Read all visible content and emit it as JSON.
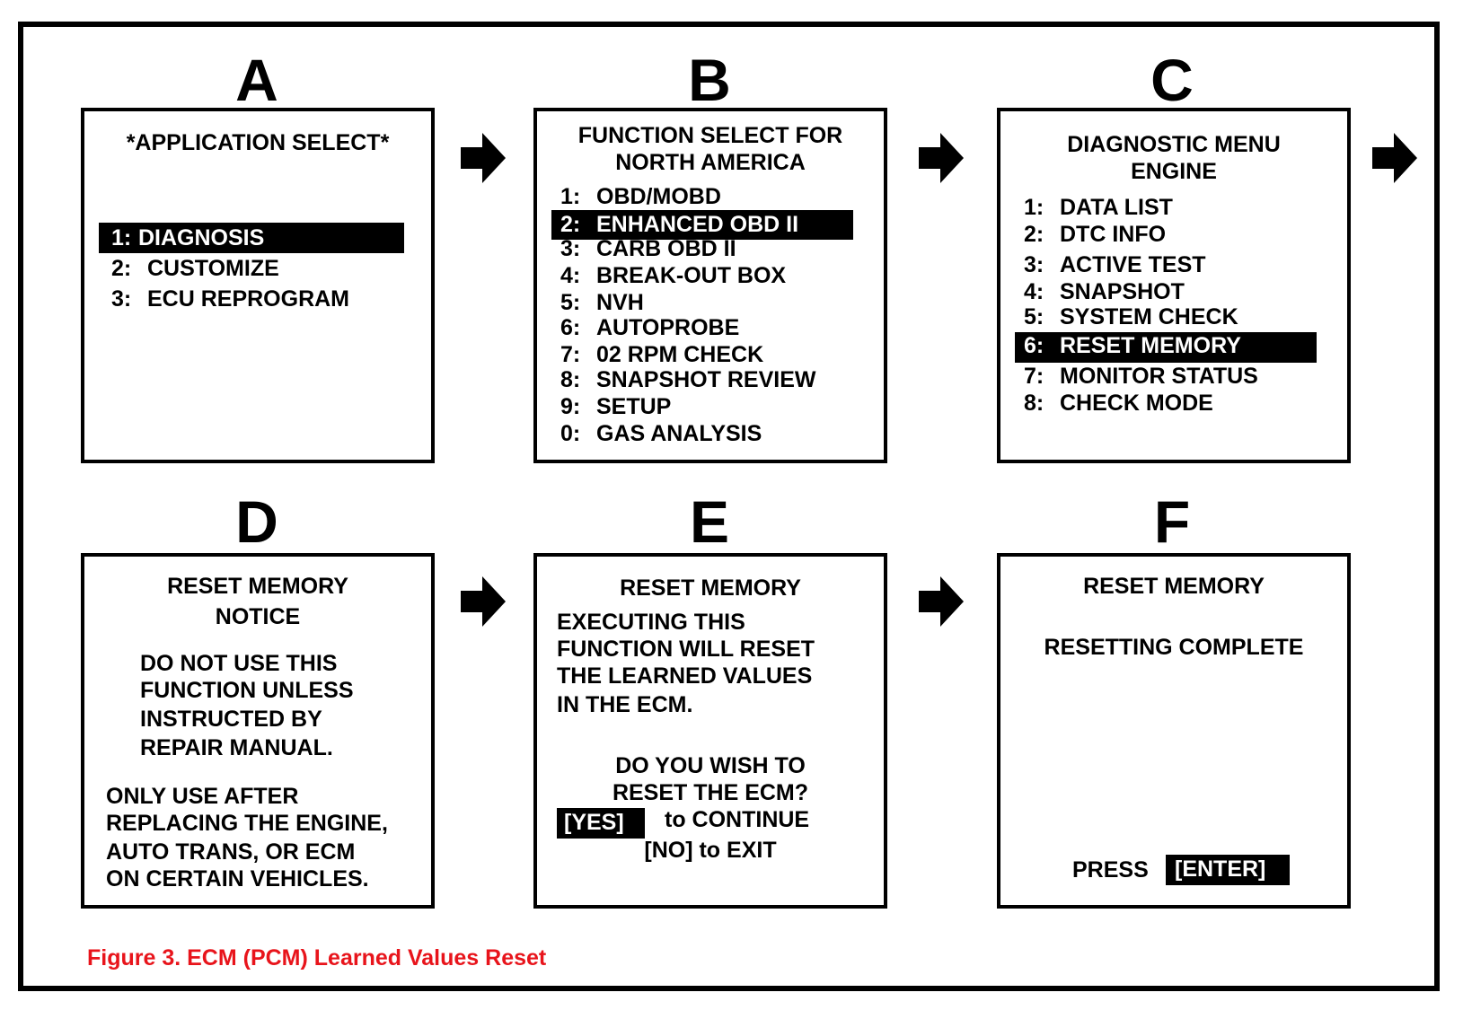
{
  "caption": "Figure 3. ECM (PCM) Learned Values Reset",
  "colors": {
    "caption": "#e8141b",
    "ink": "#000000",
    "paper": "#ffffff"
  },
  "panels": {
    "a": {
      "letter": "A",
      "title": "*APPLICATION SELECT*",
      "items": [
        {
          "num": "1:",
          "label": "DIAGNOSIS"
        },
        {
          "num": "2:",
          "label": "CUSTOMIZE"
        },
        {
          "num": "3:",
          "label": "ECU REPROGRAM"
        }
      ]
    },
    "b": {
      "letter": "B",
      "title": [
        "FUNCTION SELECT FOR",
        "NORTH AMERICA"
      ],
      "items": [
        {
          "num": "1:",
          "label": "OBD/MOBD"
        },
        {
          "num": "2:",
          "label": "ENHANCED OBD II"
        },
        {
          "num": "3:",
          "label": "CARB OBD II"
        },
        {
          "num": "4:",
          "label": "BREAK-OUT BOX"
        },
        {
          "num": "5:",
          "label": "NVH"
        },
        {
          "num": "6:",
          "label": "AUTOPROBE"
        },
        {
          "num": "7:",
          "label": "02 RPM CHECK"
        },
        {
          "num": "8:",
          "label": "SNAPSHOT REVIEW"
        },
        {
          "num": "9:",
          "label": "SETUP"
        },
        {
          "num": "0:",
          "label": "GAS ANALYSIS"
        }
      ]
    },
    "c": {
      "letter": "C",
      "title": [
        "DIAGNOSTIC MENU",
        "ENGINE"
      ],
      "items": [
        {
          "num": "1:",
          "label": "DATA LIST"
        },
        {
          "num": "2:",
          "label": "DTC INFO"
        },
        {
          "num": "3:",
          "label": "ACTIVE TEST"
        },
        {
          "num": "4:",
          "label": "SNAPSHOT"
        },
        {
          "num": "5:",
          "label": "SYSTEM CHECK"
        },
        {
          "num": "6:",
          "label": "RESET MEMORY"
        },
        {
          "num": "7:",
          "label": "MONITOR STATUS"
        },
        {
          "num": "8:",
          "label": "CHECK MODE"
        }
      ]
    },
    "d": {
      "letter": "D",
      "title": [
        "RESET MEMORY",
        "NOTICE"
      ],
      "para1": [
        "DO NOT USE THIS",
        "FUNCTION UNLESS",
        "INSTRUCTED BY",
        "REPAIR MANUAL."
      ],
      "para2": [
        "ONLY USE AFTER",
        "REPLACING THE ENGINE,",
        "AUTO TRANS, OR ECM",
        "ON CERTAIN VEHICLES."
      ]
    },
    "e": {
      "letter": "E",
      "title": "RESET MEMORY",
      "para1": [
        "EXECUTING THIS",
        "FUNCTION WILL RESET",
        "THE LEARNED VALUES",
        "IN THE ECM."
      ],
      "question": [
        "DO YOU WISH TO",
        "RESET THE ECM?"
      ],
      "yes_key": "[YES]",
      "yes_text": "to CONTINUE",
      "no_text": "[NO] to EXIT"
    },
    "f": {
      "letter": "F",
      "title": "RESET MEMORY",
      "status": "RESETTING COMPLETE",
      "press": "PRESS",
      "enter_key": "[ENTER]"
    }
  }
}
